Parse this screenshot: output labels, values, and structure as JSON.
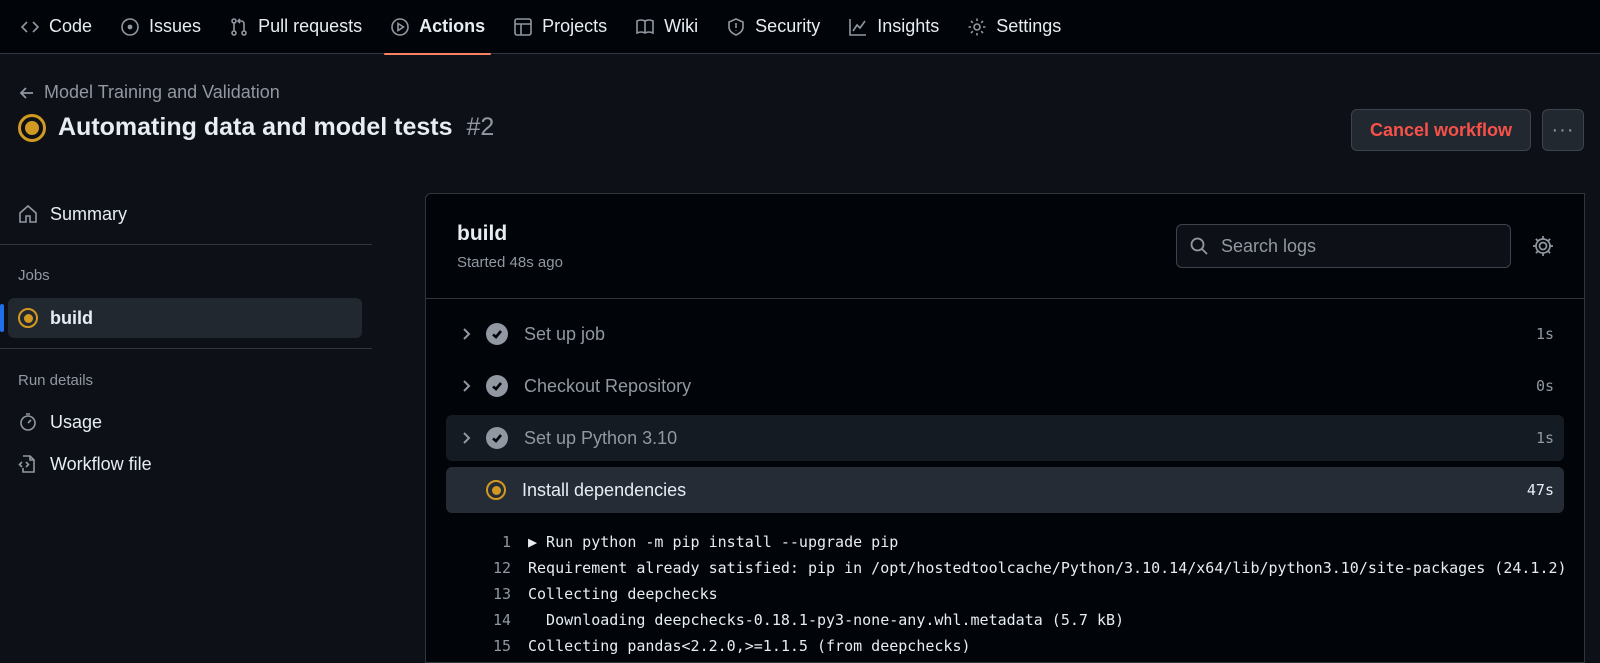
{
  "nav": {
    "tabs": [
      {
        "label": "Code",
        "icon": "code-icon"
      },
      {
        "label": "Issues",
        "icon": "issue-icon"
      },
      {
        "label": "Pull requests",
        "icon": "pull-request-icon"
      },
      {
        "label": "Actions",
        "icon": "play-icon",
        "active": true
      },
      {
        "label": "Projects",
        "icon": "table-icon"
      },
      {
        "label": "Wiki",
        "icon": "book-icon"
      },
      {
        "label": "Security",
        "icon": "shield-icon"
      },
      {
        "label": "Insights",
        "icon": "graph-icon"
      },
      {
        "label": "Settings",
        "icon": "gear-icon"
      }
    ]
  },
  "header": {
    "workflow_name": "Model Training and Validation",
    "run_title": "Automating data and model tests",
    "run_number": "#2",
    "cancel_label": "Cancel workflow",
    "more_label": "···"
  },
  "sidebar": {
    "summary_label": "Summary",
    "jobs_heading": "Jobs",
    "jobs": [
      {
        "label": "build"
      }
    ],
    "run_details_heading": "Run details",
    "usage_label": "Usage",
    "workflow_file_label": "Workflow file"
  },
  "job": {
    "name": "build",
    "started": "Started 48s ago",
    "search_placeholder": "Search logs",
    "steps": [
      {
        "label": "Set up job",
        "duration": "1s"
      },
      {
        "label": "Checkout Repository",
        "duration": "0s"
      },
      {
        "label": "Set up Python 3.10",
        "duration": "1s"
      },
      {
        "label": "Install dependencies",
        "duration": "47s"
      }
    ],
    "log": [
      {
        "line": "1",
        "text": "▶ Run python -m pip install --upgrade pip"
      },
      {
        "line": "12",
        "text": "Requirement already satisfied: pip in /opt/hostedtoolcache/Python/3.10.14/x64/lib/python3.10/site-packages (24.1.2)"
      },
      {
        "line": "13",
        "text": "Collecting deepchecks"
      },
      {
        "line": "14",
        "text": "  Downloading deepchecks-0.18.1-py3-none-any.whl.metadata (5.7 kB)"
      },
      {
        "line": "15",
        "text": "Collecting pandas<2.2.0,>=1.1.5 (from deepchecks)"
      }
    ]
  },
  "colors": {
    "accent_underline": "#f78166",
    "in_progress": "#d29922",
    "danger": "#f85149",
    "selected_bar": "#1f6feb"
  }
}
